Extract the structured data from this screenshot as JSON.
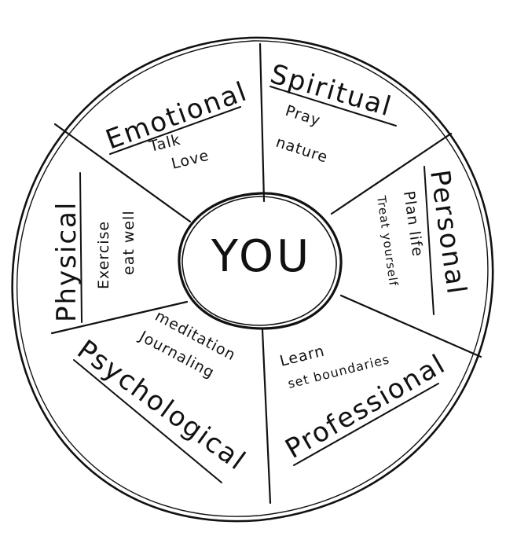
{
  "center": {
    "label": "YOU"
  },
  "sections": {
    "emotional": {
      "heading": "Emotional",
      "notes": [
        "Talk",
        "Love"
      ]
    },
    "spiritual": {
      "heading": "Spiritual",
      "notes": [
        "Pray",
        "nature"
      ]
    },
    "personal": {
      "heading": "Personal",
      "notes": [
        "Plan life",
        "Treat yourself"
      ]
    },
    "professional": {
      "heading": "Professional",
      "notes": [
        "Learn",
        "set boundaries"
      ]
    },
    "psychological": {
      "heading": "Psychological",
      "notes": [
        "meditation",
        "Journaling"
      ]
    },
    "physical": {
      "heading": "Physical",
      "notes": [
        "Exercise",
        "eat well"
      ]
    }
  },
  "colors": {
    "ink": "#111111",
    "paper": "#ffffff"
  }
}
